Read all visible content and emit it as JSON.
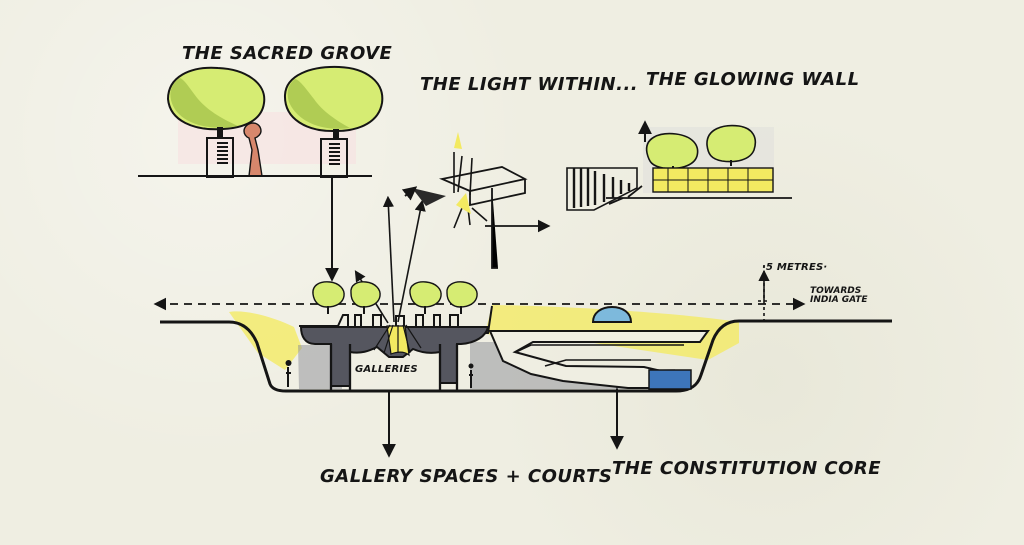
{
  "labels": {
    "sacred_grove": "THE SACRED GROVE",
    "light_within": "THE LIGHT WITHIN...",
    "glowing_wall": "THE GLOWING WALL",
    "galleries": "GALLERIES",
    "metres": "·5 METRES·",
    "towards_india_gate": "TOWARDS INDIA GATE",
    "gallery_spaces_courts": "GALLERY SPACES + COURTS",
    "constitution_core": "THE CONSTITUTION CORE"
  },
  "colors": {
    "ink": "#151515",
    "paper": "#efeee2",
    "foliage": "#d6ec73",
    "foliage_shadow": "#9fbf47",
    "light": "#f3ea61",
    "water_blue": "#3d75ba",
    "figure_red": "#d7876c",
    "shadow_gray": "#8b8d96"
  }
}
